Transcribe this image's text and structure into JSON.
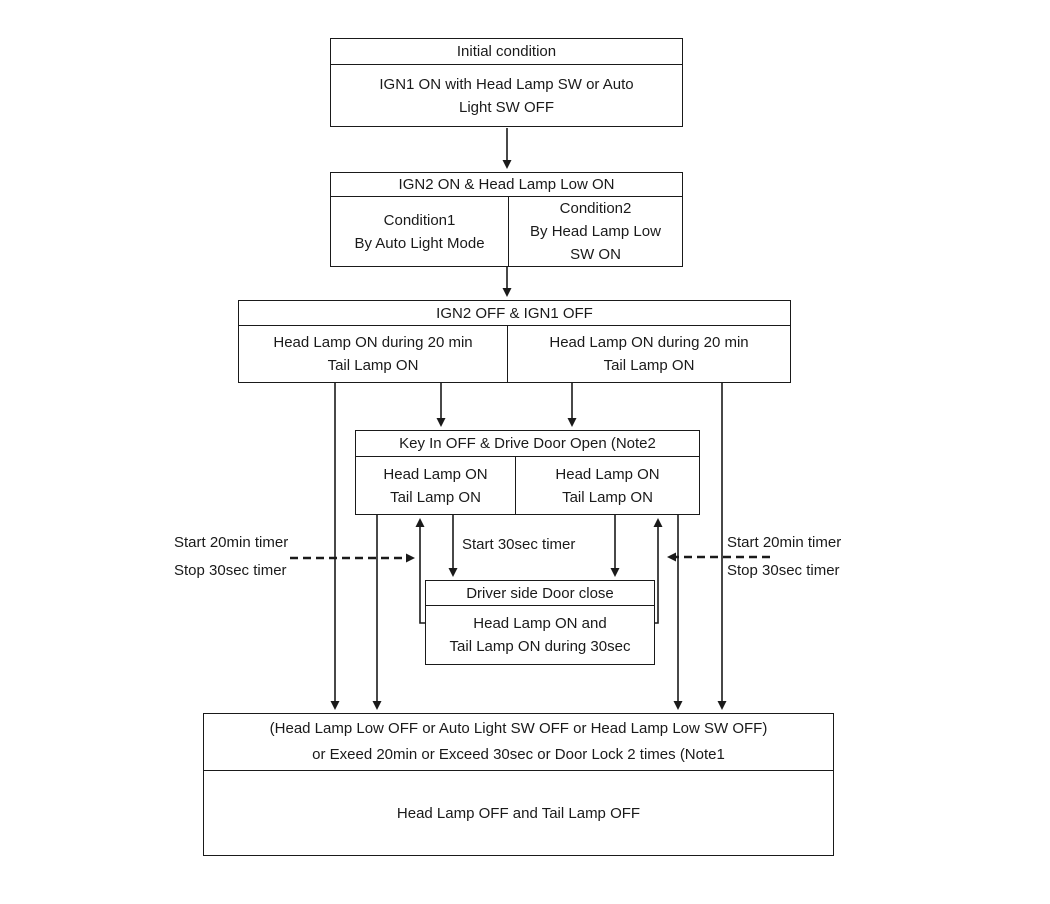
{
  "boxes": {
    "initial": {
      "header": "Initial condition",
      "body": "IGN1 ON with Head Lamp SW or Auto\nLight SW OFF"
    },
    "ign2_on": {
      "header": "IGN2 ON & Head Lamp Low ON",
      "left_cell": "Condition1\nBy Auto Light Mode",
      "right_cell": "Condition2\nBy Head Lamp Low\nSW ON"
    },
    "ign2_off": {
      "header": "IGN2 OFF & IGN1 OFF",
      "left_cell": "Head Lamp ON during 20 min\nTail Lamp ON",
      "right_cell": "Head Lamp ON during 20 min\nTail Lamp ON"
    },
    "key_in_off": {
      "header": "Key In OFF & Drive Door Open (Note2",
      "left_cell": "Head Lamp ON\nTail Lamp ON",
      "right_cell": "Head Lamp ON\nTail Lamp ON"
    },
    "door_close": {
      "header": "Driver side Door close",
      "body": "Head Lamp ON and\nTail Lamp ON during 30sec"
    },
    "lamp_off": {
      "condition": "(Head Lamp Low OFF or Auto Light SW OFF or Head Lamp Low SW OFF)\nor Exeed 20min or Exceed 30sec or Door Lock 2 times (Note1",
      "result": "Head Lamp OFF and Tail Lamp OFF"
    }
  },
  "labels": {
    "left_timer_line1": "Start 20min timer",
    "left_timer_line2": "Stop 30sec timer",
    "right_timer_line1": "Start 20min timer",
    "right_timer_line2": "Stop 30sec timer",
    "start_30sec": "Start 30sec timer"
  },
  "colors": {
    "line": "#1a1a1a",
    "text": "#1a1a1a",
    "background": "#ffffff"
  }
}
